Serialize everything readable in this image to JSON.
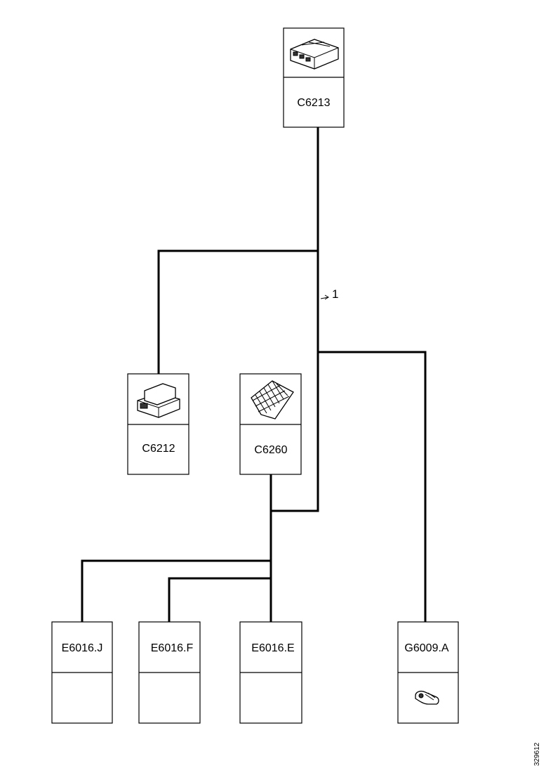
{
  "components": {
    "c6213": {
      "label": "C6213",
      "icon": "connector-block-icon"
    },
    "c6212": {
      "label": "C6212",
      "icon": "connector-plug-icon"
    },
    "c6260": {
      "label": "C6260",
      "icon": "connector-grid-icon"
    },
    "e6016j": {
      "label": "E6016.J",
      "icon": ""
    },
    "e6016f": {
      "label": "E6016.F",
      "icon": ""
    },
    "e6016e": {
      "label": "E6016.E",
      "icon": ""
    },
    "g6009a": {
      "label": "G6009.A",
      "icon": "ground-terminal-icon"
    }
  },
  "callout": {
    "number": "1"
  },
  "reference_number": "329612",
  "colors": {
    "line": "#000000",
    "background": "#ffffff"
  }
}
